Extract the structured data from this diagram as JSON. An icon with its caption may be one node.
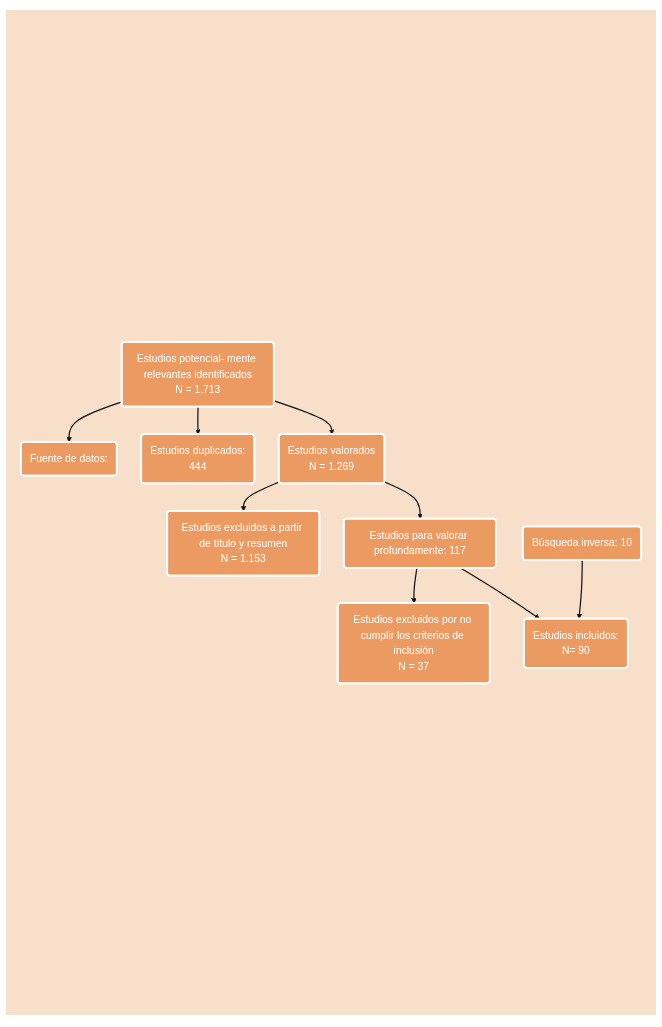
{
  "diagram": {
    "nodes": [
      {
        "text": [
          "Estudios potencial- mente relevantes identificados",
          "N = 1.713"
        ]
      },
      {
        "text": [
          "Fuente de datos:"
        ]
      },
      {
        "text": [
          "Estudios duplicados:",
          "444"
        ]
      },
      {
        "text": [
          "Estudios valorados",
          "N = 1.269"
        ]
      },
      {
        "text": [
          "Estudios excluidos a partir de título y resumen",
          "N = 1.153"
        ]
      },
      {
        "text": [
          "Estudios para valorar profundamente: 117"
        ]
      },
      {
        "text": [
          "Búsqueda inversa: 10"
        ]
      },
      {
        "text": [
          "Estudios excluidos por no cumplir los criterios de inclusión",
          "N = 37"
        ]
      },
      {
        "text": [
          "Estudios incluidos:",
          "N= 90"
        ]
      }
    ],
    "edges": [
      {
        "from": 0,
        "to": 1,
        "arrow": "to"
      },
      {
        "from": 0,
        "to": 2,
        "arrow": "to"
      },
      {
        "from": 0,
        "to": 3,
        "arrow": "to"
      },
      {
        "from": 3,
        "to": 4,
        "arrow": "to"
      },
      {
        "from": 3,
        "to": 5,
        "arrow": "to"
      },
      {
        "from": 5,
        "to": 7,
        "arrow": "to"
      },
      {
        "from": 6,
        "to": 8,
        "arrow": "to"
      },
      {
        "from": 5,
        "to": 8,
        "arrow": "to"
      }
    ]
  }
}
